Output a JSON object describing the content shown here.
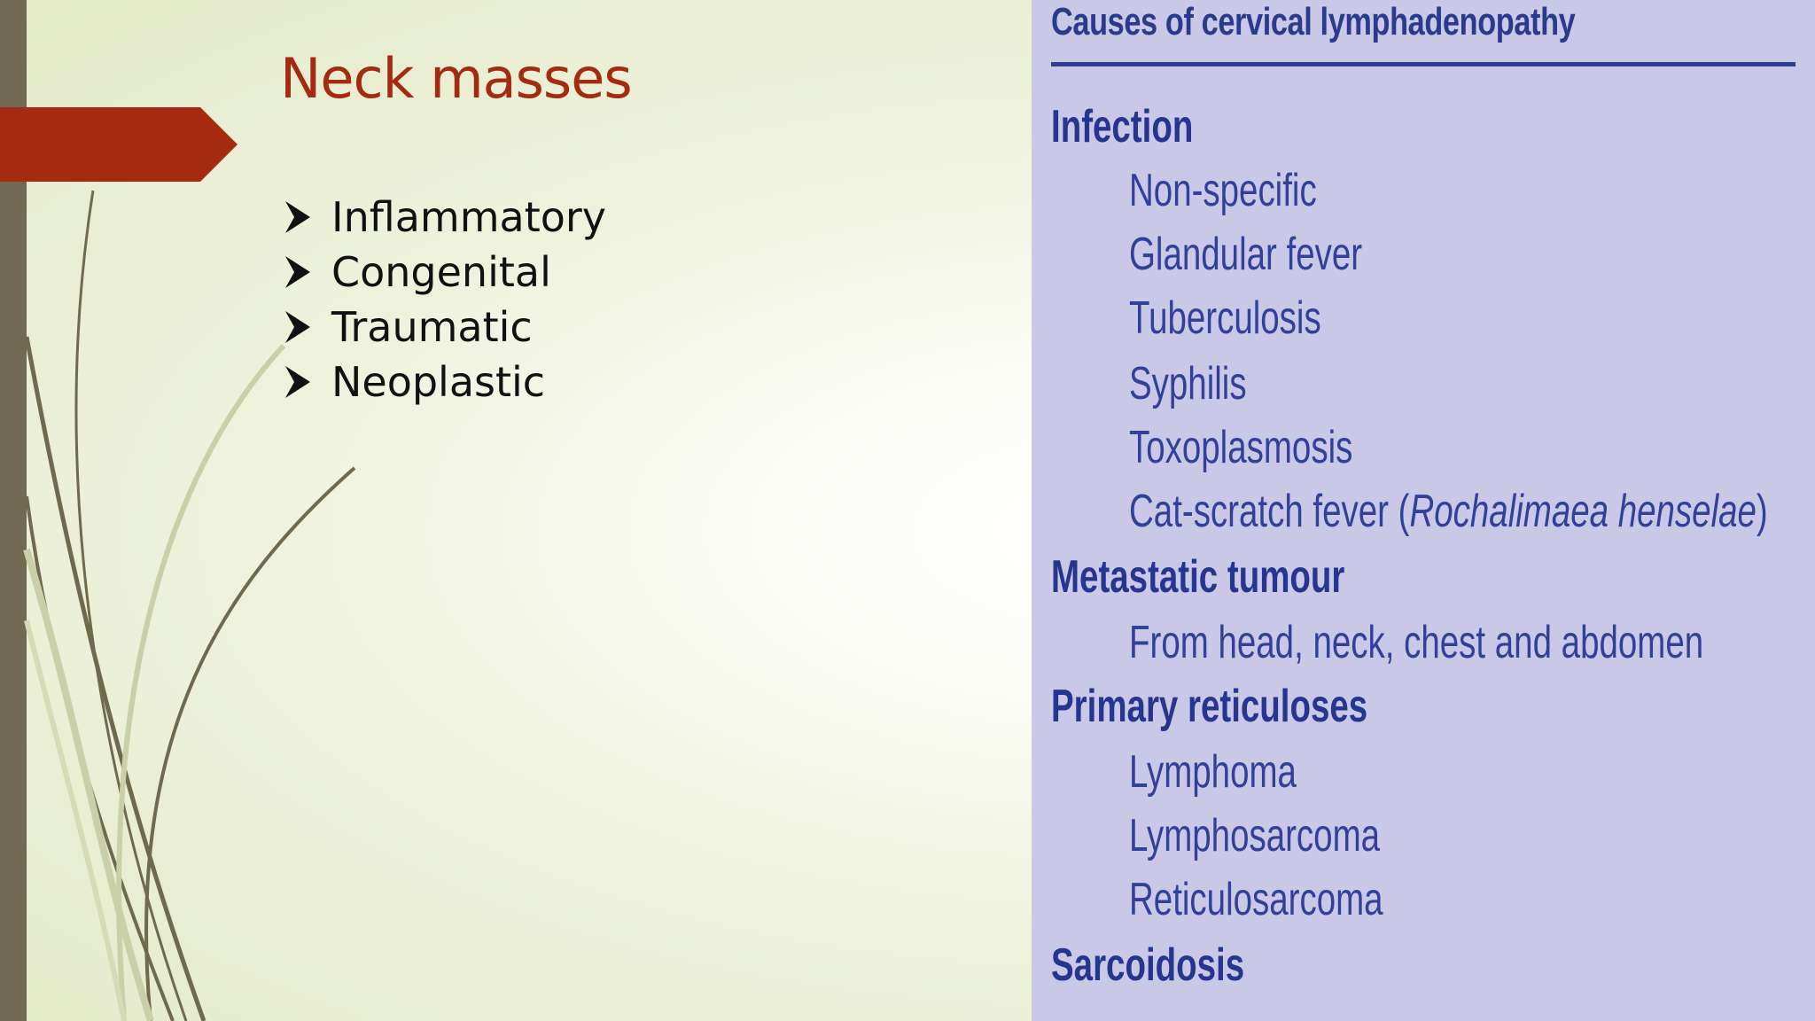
{
  "slide": {
    "title": "Neck masses",
    "bullets": [
      "Inflammatory",
      "Congenital",
      "Traumatic",
      "Neoplastic"
    ],
    "colors": {
      "title": "#a52a12",
      "arrow": "#a52a12",
      "left_bar": "#716951",
      "curves": "#6f6a4e",
      "background": "#eef2dc"
    }
  },
  "table": {
    "heading": "Causes of cervical lymphadenopathy",
    "background_color": "#c9c9e7",
    "text_color": "#2a3a8c",
    "sections": [
      {
        "category": "Infection",
        "items": [
          "Non-specific",
          "Glandular fever",
          "Tuberculosis",
          "Syphilis",
          "Toxoplasmosis"
        ],
        "special_item": {
          "prefix": "Cat-scratch fever (",
          "italic": "Rochalimaea henselae",
          "suffix": ")"
        }
      },
      {
        "category": "Metastatic tumour",
        "items": [
          "From head, neck, chest and abdomen"
        ]
      },
      {
        "category": "Primary reticuloses",
        "items": [
          "Lymphoma",
          "Lymphosarcoma",
          "Reticulosarcoma"
        ]
      },
      {
        "category": "Sarcoidosis",
        "items": []
      }
    ]
  }
}
